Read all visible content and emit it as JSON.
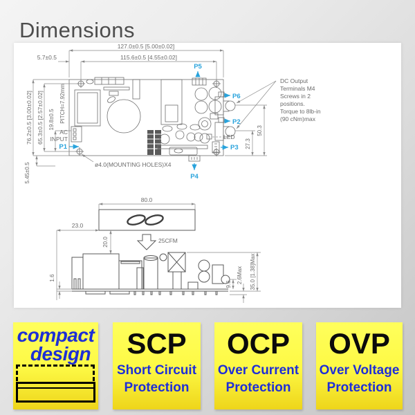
{
  "slide": {
    "title": "Dimensions"
  },
  "colors": {
    "accent_blue": "#29a3dc",
    "badge_yellow_top": "#ffff5c",
    "badge_yellow_bottom": "#eed51a",
    "badge_text_blue": "#1e2ed8",
    "drawing_gray": "#6b6b6b",
    "title_gray": "#4d4d4d"
  },
  "top_view": {
    "dim_width_outer": "127.0±0.5 [5.00±0.02]",
    "dim_width_inner": "115.6±0.5 [4.55±0.02]",
    "dim_offset_left": "5.7±0.5",
    "dim_height_outer": "76.2±0.5 [3.00±0.02]",
    "dim_height_inner": "65.3±0.5 [2.57±0.02]",
    "dim_ac_offset": "19.8±0.5",
    "dim_bottom_offset": "5.45±0.5",
    "dim_pitch": "PITCH=7.92mm",
    "dim_right_outer": "50.3",
    "dim_right_inner": "27.3",
    "label_ac_1": "AC",
    "label_ac_2": "INPUT",
    "label_mounting": "ø4.0(MOUNTING HOLES)X4",
    "label_led": "LED",
    "p1": "P1",
    "p2": "P2",
    "p3": "P3",
    "p4": "P4",
    "p5": "P5",
    "p6": "P6",
    "note_line1": "DC Output",
    "note_line2": "Terminals M4",
    "note_line3": "Screws in 2",
    "note_line4": "positions.",
    "note_line5": "Torque to 8lb-in",
    "note_line6": "(90 cNm)max"
  },
  "side_view": {
    "dim_fan_width": "80.0",
    "dim_fan_offset": "23.0",
    "dim_fan_gap": "20.0",
    "label_airflow": "25CFM",
    "dim_pcb_thickness": "1.6",
    "dim_screw_height": "9.6",
    "dim_pin_max": "2.6Max",
    "dim_height_max": "35.0 [1.38]Max"
  },
  "badges": [
    {
      "line1": "compact",
      "line2": "design"
    },
    {
      "acronym": "SCP",
      "caption_line1": "Short Circuit",
      "caption_line2": "Protection"
    },
    {
      "acronym": "OCP",
      "caption_line1": "Over Current",
      "caption_line2": "Protection"
    },
    {
      "acronym": "OVP",
      "caption_line1": "Over Voltage",
      "caption_line2": "Protection"
    }
  ]
}
